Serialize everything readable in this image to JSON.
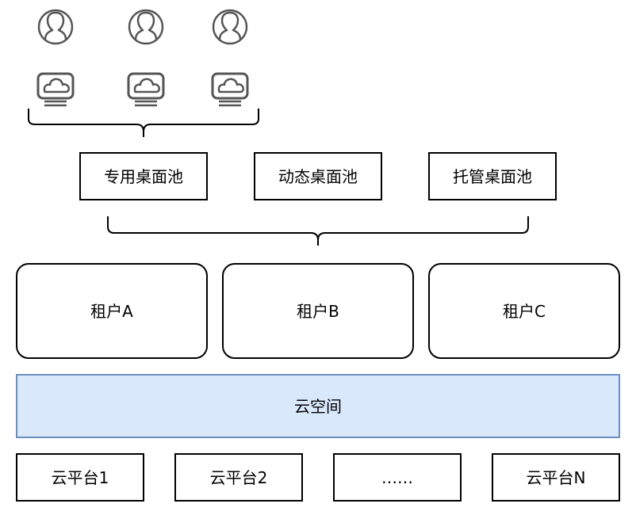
{
  "icons": {
    "users": [
      {
        "name": "user-icon"
      },
      {
        "name": "user-icon"
      },
      {
        "name": "user-icon"
      }
    ],
    "desktops": [
      {
        "name": "cloud-desktop-icon"
      },
      {
        "name": "cloud-desktop-icon"
      },
      {
        "name": "cloud-desktop-icon"
      }
    ]
  },
  "pools": {
    "dedicated": "专用桌面池",
    "dynamic": "动态桌面池",
    "hosted": "托管桌面池"
  },
  "tenants": {
    "a": "租户A",
    "b": "租户B",
    "c": "租户C"
  },
  "cloud_space": "云空间",
  "platforms": {
    "p1": "云平台1",
    "p2": "云平台2",
    "ellipsis": "……",
    "pn": "云平台N"
  },
  "colors": {
    "stroke": "#000000",
    "icon_stroke": "#555555",
    "cloud_space_fill": "#dae8fc",
    "cloud_space_border": "#6c8ebf"
  }
}
